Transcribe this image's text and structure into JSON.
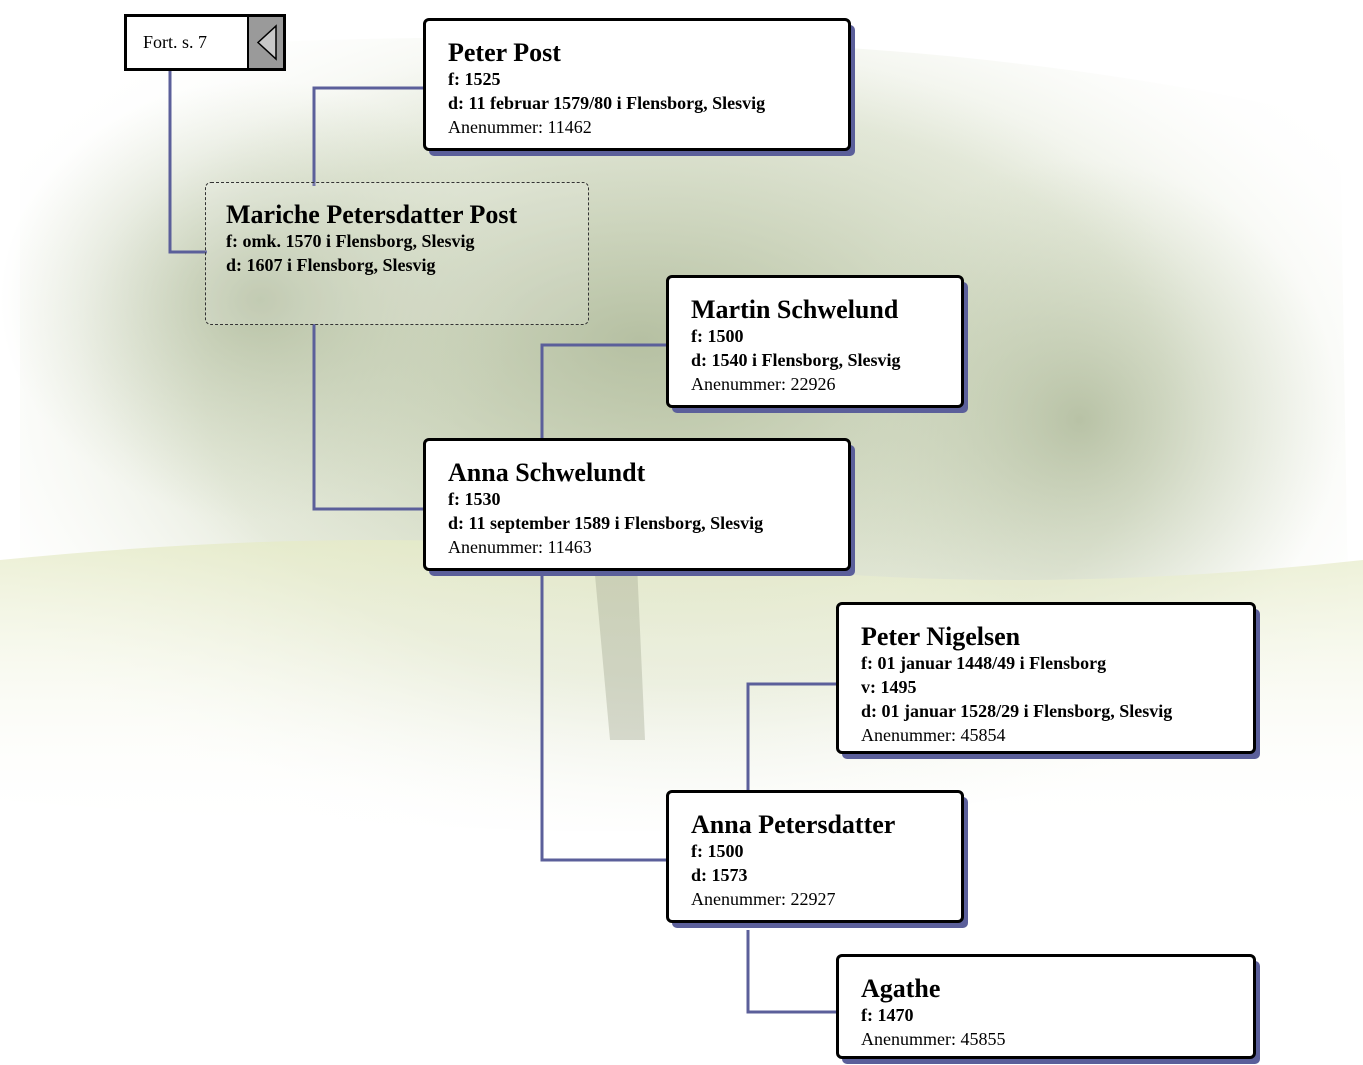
{
  "continuation": {
    "label": "Fort. s. 7"
  },
  "persons": [
    {
      "key": "peter-post",
      "name": "Peter Post",
      "facts": [
        "f: 1525",
        "d: 11 februar 1579/80 i Flensborg, Slesvig"
      ],
      "anenummer": "Anenummer: 11462"
    },
    {
      "key": "mariche-petersdatter-post",
      "name": "Mariche Petersdatter Post",
      "facts": [
        "f: omk. 1570 i Flensborg, Slesvig",
        "d: 1607 i Flensborg, Slesvig"
      ],
      "anenummer": ""
    },
    {
      "key": "martin-schwelund",
      "name": "Martin Schwelund",
      "facts": [
        "f: 1500",
        "d: 1540 i Flensborg, Slesvig"
      ],
      "anenummer": "Anenummer: 22926"
    },
    {
      "key": "anna-schwelundt",
      "name": "Anna Schwelundt",
      "facts": [
        "f: 1530",
        "d: 11 september 1589 i Flensborg, Slesvig"
      ],
      "anenummer": "Anenummer: 11463"
    },
    {
      "key": "peter-nigelsen",
      "name": "Peter Nigelsen",
      "facts": [
        "f: 01 januar 1448/49 i Flensborg",
        "v: 1495",
        "d: 01 januar 1528/29 i Flensborg, Slesvig"
      ],
      "anenummer": "Anenummer: 45854"
    },
    {
      "key": "anna-petersdatter",
      "name": "Anna Petersdatter",
      "facts": [
        "f: 1500",
        "d: 1573"
      ],
      "anenummer": "Anenummer: 22927"
    },
    {
      "key": "agathe",
      "name": "Agathe",
      "facts": [
        "f: 1470"
      ],
      "anenummer": "Anenummer: 45855"
    }
  ],
  "colors": {
    "connector": "#5b5f9a",
    "shadow": "#5b5f9a"
  }
}
